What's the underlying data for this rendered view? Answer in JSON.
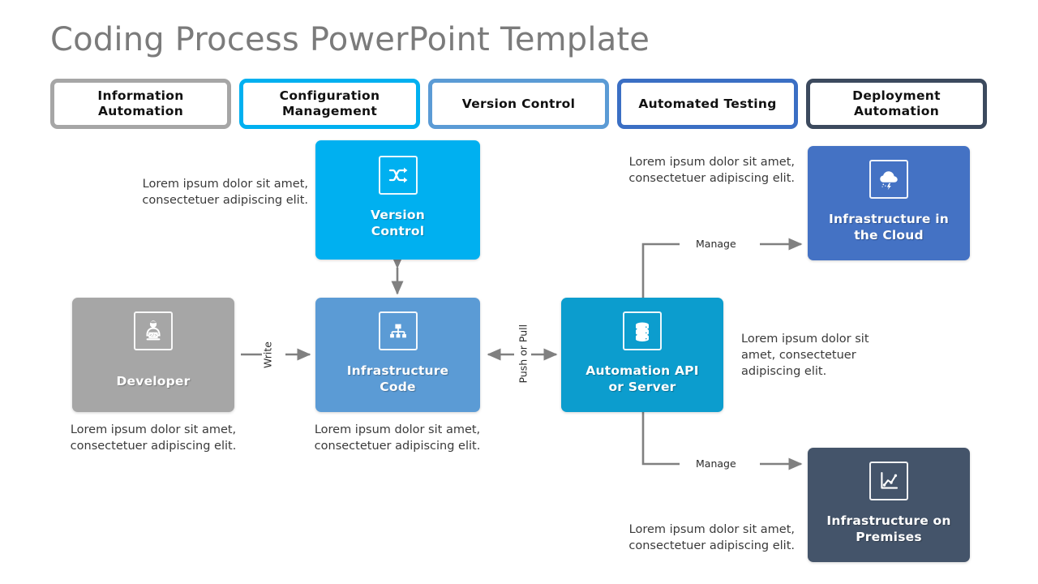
{
  "title": "Coding Process PowerPoint Template",
  "colors": {
    "title": "#7b7b7b",
    "gray": "#A6A6A6",
    "cyan_bright": "#00B0F0",
    "blue_medium": "#5B9BD5",
    "blue_royal": "#4472C4",
    "cyan_dark": "#0C9DCE",
    "slate_dark": "#44546A",
    "connector": "#808080",
    "caption_text": "#3a3a3a"
  },
  "tabs": [
    {
      "label": "Information Automation",
      "border": "#A6A6A6"
    },
    {
      "label": "Configuration Management",
      "border": "#00B0F0"
    },
    {
      "label": "Version Control",
      "border": "#5B9BD5"
    },
    {
      "label": "Automated Testing",
      "border": "#3B6FC4"
    },
    {
      "label": "Deployment Automation",
      "border": "#3C4A5E"
    }
  ],
  "nodes": {
    "version_control": {
      "label": "Version\nControl",
      "icon": "shuffle-arrows-icon",
      "color": "#00B0F0"
    },
    "developer": {
      "label": "Developer",
      "icon": "developer-laptop-icon",
      "color": "#A6A6A6"
    },
    "infra_code": {
      "label": "Infrastructure\nCode",
      "icon": "hierarchy-icon",
      "color": "#5B9BD5"
    },
    "automation_api": {
      "label": "Automation API\nor Server",
      "icon": "database-stack-icon",
      "color": "#0C9DCE"
    },
    "cloud": {
      "label": "Infrastructure in\nthe Cloud",
      "icon": "cloud-lightning-icon",
      "color": "#4472C4"
    },
    "premises": {
      "label": "Infrastructure on\nPremises",
      "icon": "line-chart-icon",
      "color": "#44546A"
    }
  },
  "captions": {
    "version_control": "Lorem ipsum dolor sit amet, consectetuer adipiscing elit.",
    "developer": "Lorem ipsum dolor sit amet, consectetuer adipiscing elit.",
    "infra_code": "Lorem ipsum dolor sit amet, consectetuer adipiscing elit.",
    "automation_api": "Lorem ipsum dolor sit amet, consectetuer adipiscing elit.",
    "cloud": "Lorem ipsum dolor sit amet, consectetuer adipiscing elit.",
    "premises": "Lorem ipsum dolor sit amet, consectetuer adipiscing elit."
  },
  "connector_labels": {
    "write": "Write",
    "push_or_pull": "Push or Pull",
    "manage_top": "Manage",
    "manage_bottom": "Manage"
  }
}
